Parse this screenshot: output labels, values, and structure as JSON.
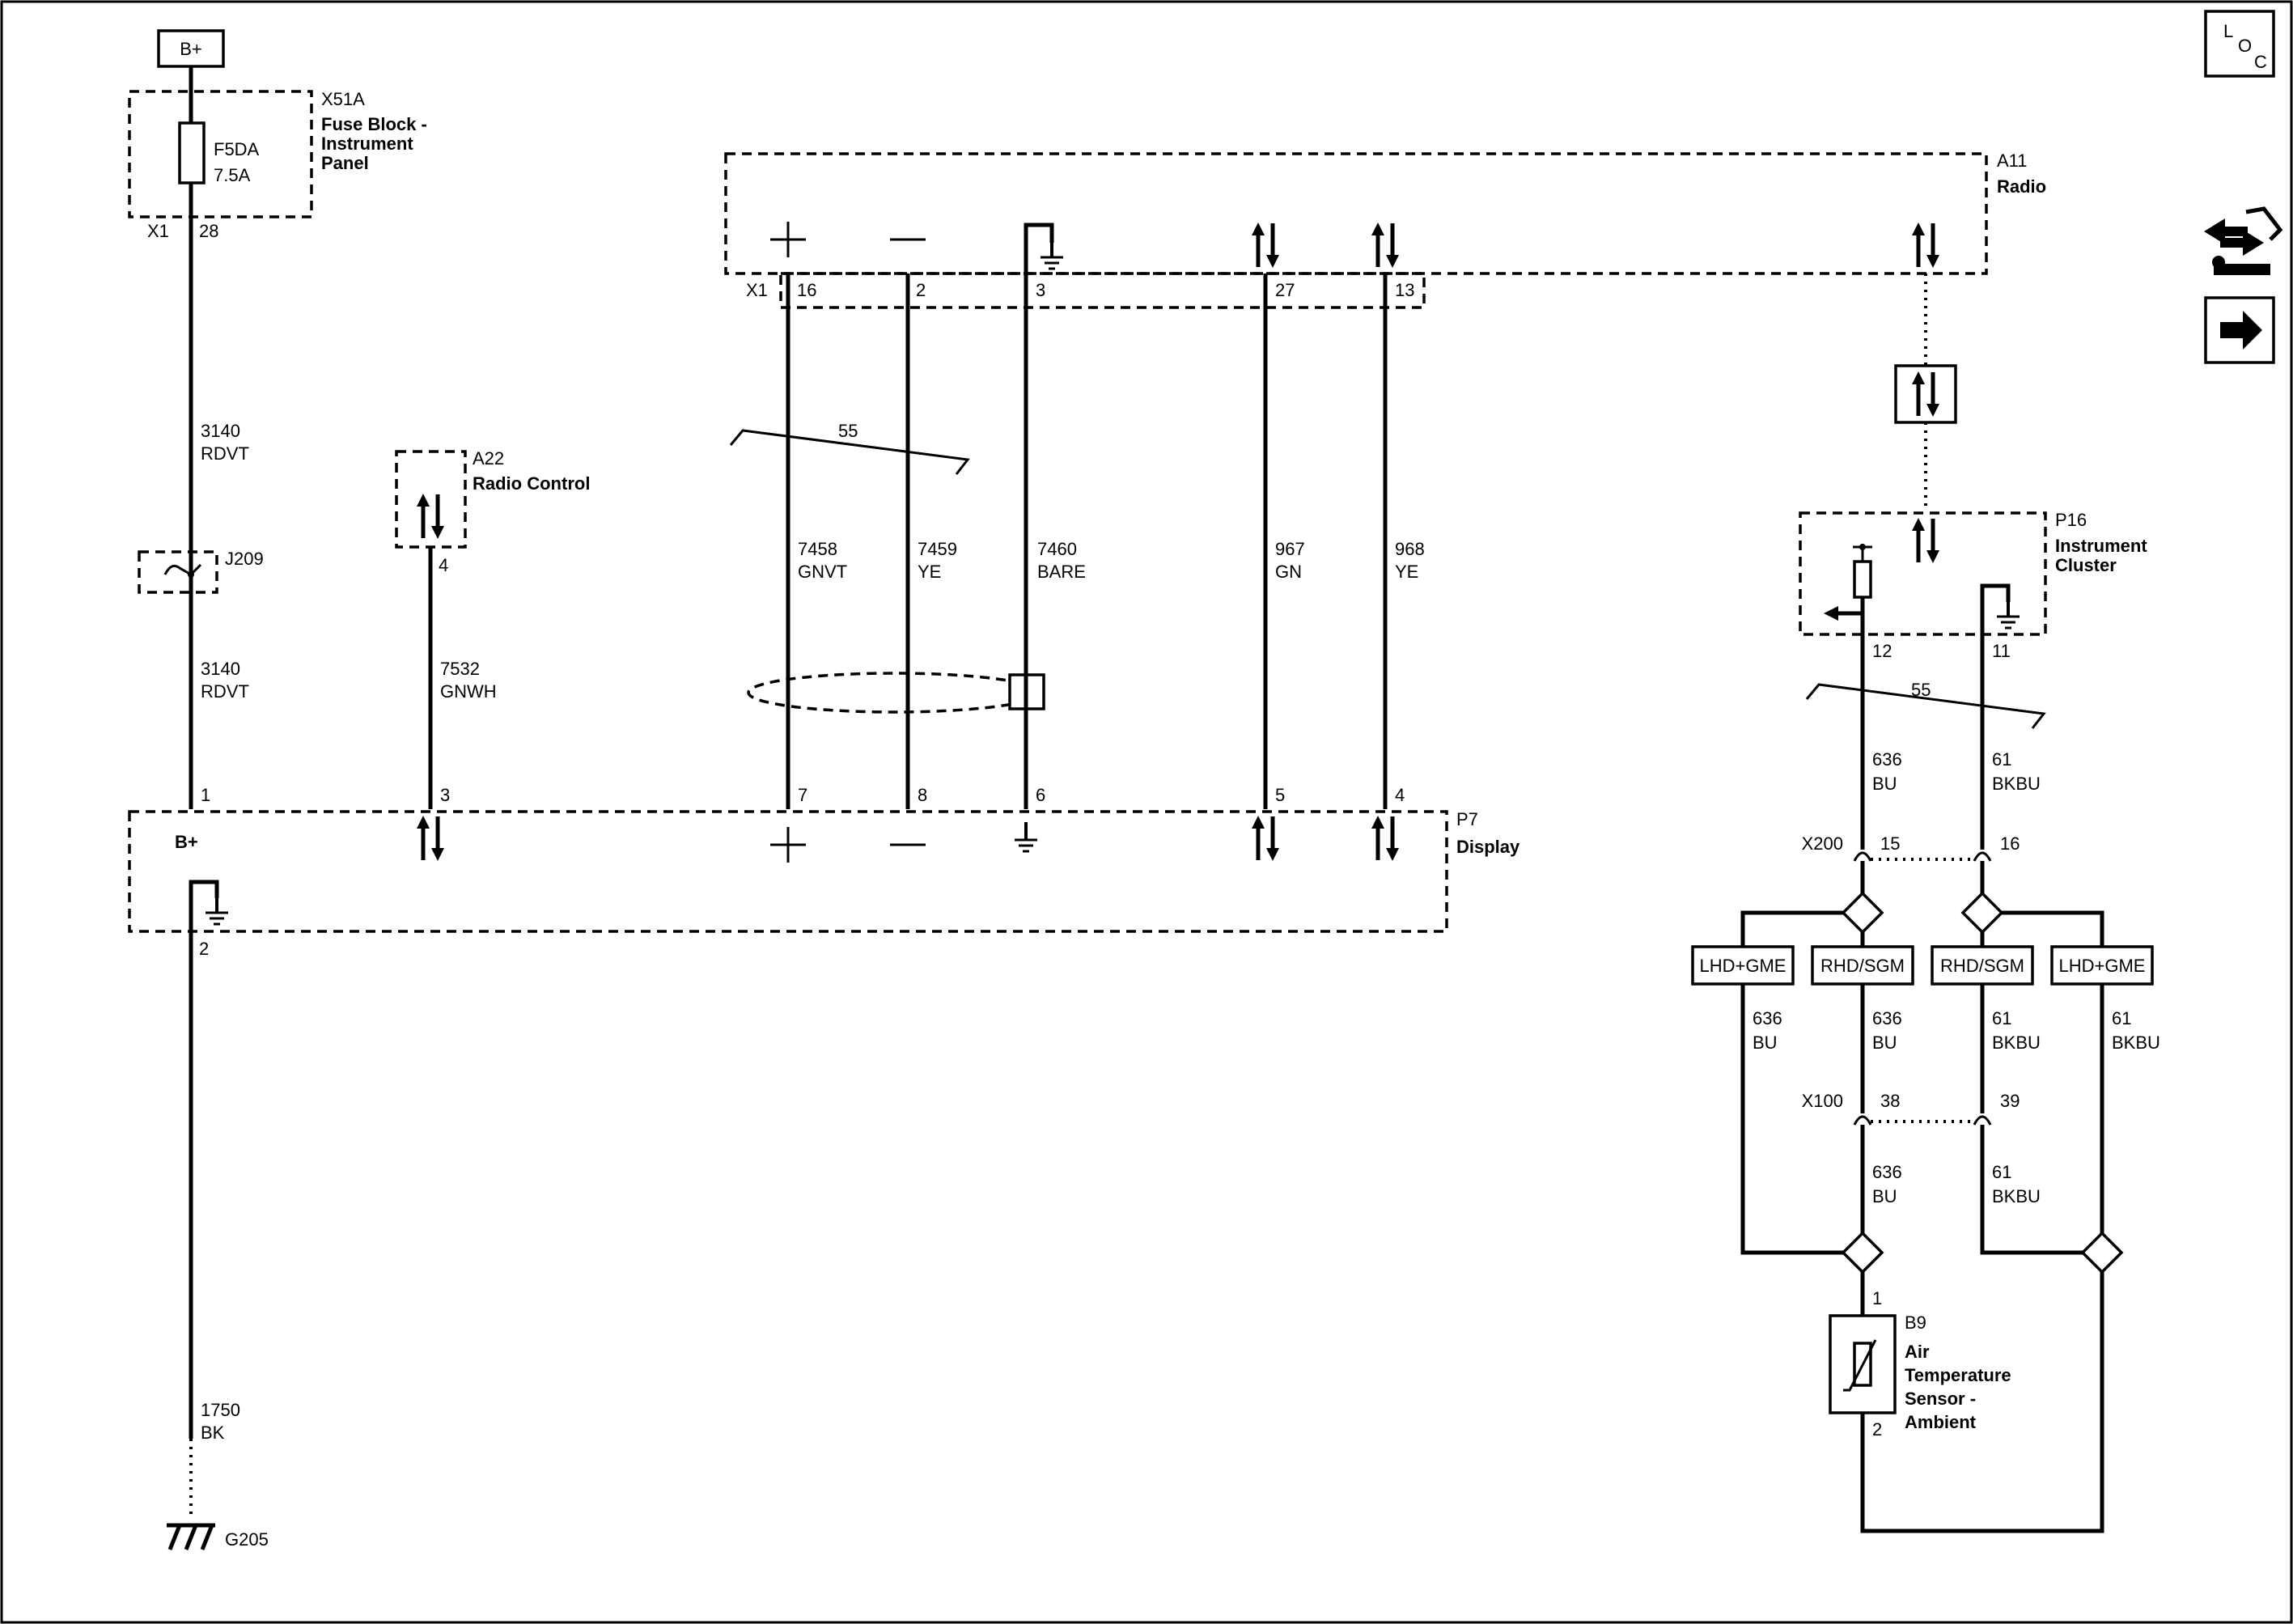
{
  "batt": "B+",
  "fuse": {
    "ref": "X51A",
    "name1": "Fuse Block -",
    "name2": "Instrument",
    "name3": "Panel",
    "id": "F5DA",
    "rating": "7.5A",
    "conn": "X1",
    "pin": "28"
  },
  "w3140a": {
    "num": "3140",
    "color": "RDVT"
  },
  "w3140b": {
    "num": "3140",
    "color": "RDVT"
  },
  "splice": "J209",
  "a22": {
    "ref": "A22",
    "name": "Radio Control",
    "pin": "4"
  },
  "w7532": {
    "num": "7532",
    "color": "GNWH"
  },
  "radio": {
    "ref": "A11",
    "name": "Radio",
    "conn": "X1",
    "p16": "16",
    "p2": "2",
    "p3": "3",
    "p27": "27",
    "p13": "13"
  },
  "twist": "55",
  "w7458": {
    "num": "7458",
    "color": "GNVT"
  },
  "w7459": {
    "num": "7459",
    "color": "YE"
  },
  "w7460": {
    "num": "7460",
    "color": "BARE"
  },
  "w967": {
    "num": "967",
    "color": "GN"
  },
  "w968": {
    "num": "968",
    "color": "YE"
  },
  "display": {
    "ref": "P7",
    "name": "Display",
    "bplus": "B+",
    "p1": "1",
    "p3": "3",
    "p7": "7",
    "p8": "8",
    "p6": "6",
    "p5": "5",
    "p4": "4",
    "p2": "2"
  },
  "w1750": {
    "num": "1750",
    "color": "BK"
  },
  "ground": "G205",
  "cluster": {
    "ref": "P16",
    "name1": "Instrument",
    "name2": "Cluster",
    "p12": "12",
    "p11": "11"
  },
  "twist2": "55",
  "w636a": {
    "num": "636",
    "color": "BU"
  },
  "w61a": {
    "num": "61",
    "color": "BKBU"
  },
  "x200": {
    "ref": "X200",
    "p15": "15",
    "p16": "16"
  },
  "opts": {
    "o1": "LHD+GME",
    "o2": "RHD/SGM",
    "o3": "RHD/SGM",
    "o4": "LHD+GME"
  },
  "w636b": {
    "num": "636",
    "color": "BU"
  },
  "w636c": {
    "num": "636",
    "color": "BU"
  },
  "w61b": {
    "num": "61",
    "color": "BKBU"
  },
  "w61c": {
    "num": "61",
    "color": "BKBU"
  },
  "x100": {
    "ref": "X100",
    "p38": "38",
    "p39": "39"
  },
  "w636d": {
    "num": "636",
    "color": "BU"
  },
  "w61d": {
    "num": "61",
    "color": "BKBU"
  },
  "sensor": {
    "ref": "B9",
    "name1": "Air",
    "name2": "Temperature",
    "name3": "Sensor -",
    "name4": "Ambient",
    "p1": "1",
    "p2": "2"
  },
  "loc": {
    "l": "L",
    "o": "O",
    "c": "C"
  }
}
